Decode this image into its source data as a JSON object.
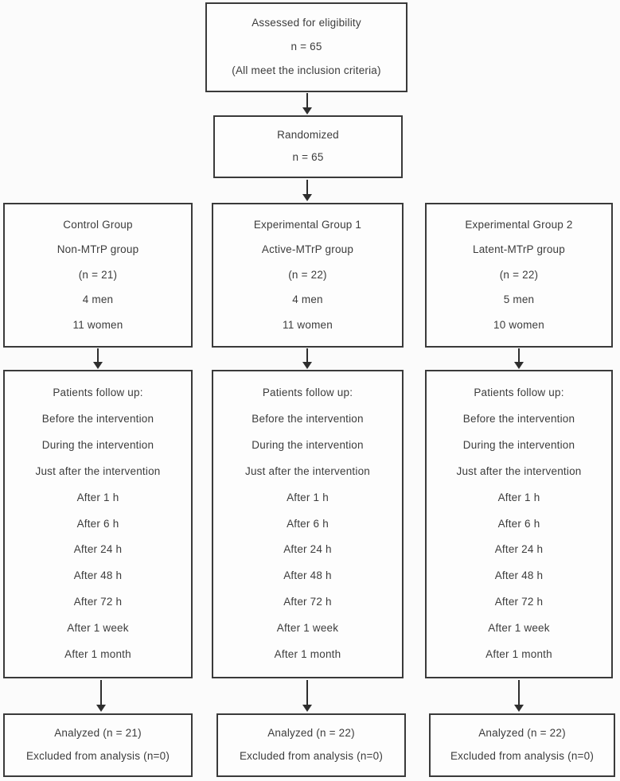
{
  "colors": {
    "border": "#3a3a3a",
    "text": "#3c3c3c",
    "background": "#fbfbfb",
    "arrow": "#2e2e2e"
  },
  "flow": {
    "eligibility": [
      "Assessed for eligibility",
      "n = 65",
      "(All meet the inclusion criteria)"
    ],
    "randomized": [
      "Randomized",
      "n = 65"
    ],
    "columns": [
      {
        "group": [
          "Control Group",
          "Non-MTrP group",
          "(n = 21)",
          "4 men",
          "11 women"
        ],
        "followup": [
          "Patients follow up:",
          "Before the intervention",
          "During the intervention",
          "Just after the intervention",
          "After 1 h",
          "After 6 h",
          "After 24 h",
          "After 48 h",
          "After 72 h",
          "After 1 week",
          "After 1 month"
        ],
        "analyzed": [
          "Analyzed (n = 21)",
          "Excluded from analysis (n=0)"
        ]
      },
      {
        "group": [
          "Experimental Group 1",
          "Active-MTrP group",
          "(n = 22)",
          "4 men",
          "11 women"
        ],
        "followup": [
          "Patients follow up:",
          "Before the intervention",
          "During the intervention",
          "Just after the intervention",
          "After 1 h",
          "After 6 h",
          "After 24 h",
          "After 48 h",
          "After 72 h",
          "After 1 week",
          "After 1 month"
        ],
        "analyzed": [
          "Analyzed (n = 22)",
          "Excluded from analysis (n=0)"
        ]
      },
      {
        "group": [
          "Experimental Group 2",
          "Latent-MTrP group",
          "(n = 22)",
          "5 men",
          "10 women"
        ],
        "followup": [
          "Patients follow up:",
          "Before the intervention",
          "During the intervention",
          "Just after the intervention",
          "After 1 h",
          "After 6 h",
          "After 24 h",
          "After 48 h",
          "After 72 h",
          "After 1 week",
          "After 1 month"
        ],
        "analyzed": [
          "Analyzed (n = 22)",
          "Excluded from analysis (n=0)"
        ]
      }
    ]
  }
}
